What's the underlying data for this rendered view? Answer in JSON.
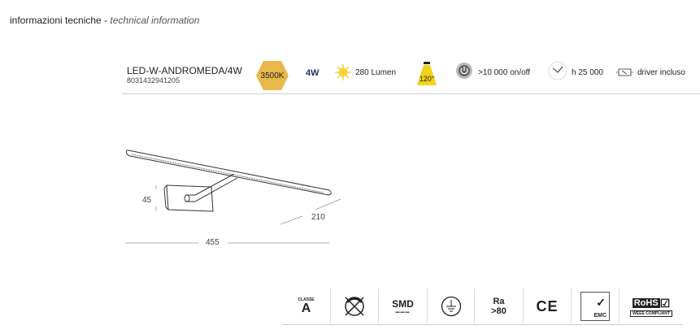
{
  "header": {
    "title_it": "informazioni tecniche",
    "separator": "-",
    "title_en": "technical information"
  },
  "product": {
    "model": "LED-W-ANDROMEDA/4W",
    "code": "8031432941205",
    "color_temp": "3500K",
    "power": "4W",
    "lumen": "280 Lumen",
    "beam_angle": "120°",
    "cycles": ">10 000 on/off",
    "lifetime": "h 25 000",
    "driver": "driver incluso"
  },
  "dimensions": {
    "height": "45",
    "depth": "210",
    "width": "455"
  },
  "certifications": {
    "class_label": "CLASSE",
    "class_value": "A",
    "smd": "SMD",
    "ra_label": "Ra",
    "ra_value": ">80",
    "ce": "CE",
    "emc": "EMC",
    "rohs": "RoHS",
    "weee": "WEEE COMPLIANT"
  },
  "colors": {
    "hexagon": "#e8b84a",
    "beam": "#f2d21b",
    "sun": "#f5d33a"
  }
}
